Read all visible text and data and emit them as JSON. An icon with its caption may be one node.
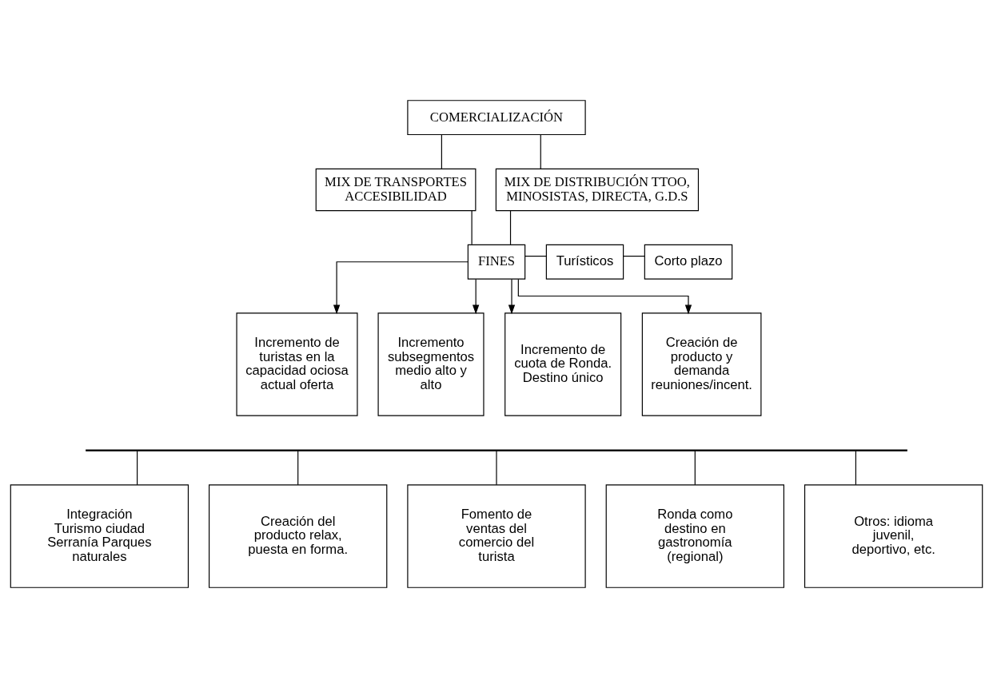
{
  "diagram": {
    "nodes": [
      {
        "text": [
          "COMERCIALIZACIÓN"
        ]
      },
      {
        "text": [
          "MIX DE TRANSPORTES ACCESIBILIDAD"
        ]
      },
      {
        "text": [
          "MIX DE DISTRIBUCIÓN TTOO, MINOSISTAS, DIRECTA, G.D.S"
        ]
      },
      {
        "text": [
          "FINES"
        ]
      },
      {
        "text": [
          "Turísticos"
        ]
      },
      {
        "text": [
          "Corto plazo"
        ]
      },
      {
        "text": [
          "Incremento de turistas en la capacidad ociosa actual oferta"
        ]
      },
      {
        "text": [
          "Incremento subsegmentos medio alto y alto"
        ]
      },
      {
        "text": [
          "Incremento de cuota de Ronda. Destino único"
        ]
      },
      {
        "text": [
          "Creación de producto y demanda reuniones/incent."
        ]
      },
      {
        "text": [],
        "shape": "bar"
      },
      {
        "text": [
          "Integración Turismo ciudad Serranía Parques naturales"
        ]
      },
      {
        "text": [
          "Creación del producto relax, puesta en forma."
        ]
      },
      {
        "text": [
          "Fomento de ventas del comercio del turista"
        ]
      },
      {
        "text": [
          "Ronda como destino en gastronomía (regional)"
        ]
      },
      {
        "text": [
          "Otros: idioma juvenil, deportivo, etc."
        ]
      }
    ],
    "edges": [
      {
        "from": 0,
        "to": 1,
        "arrow": "none"
      },
      {
        "from": 0,
        "to": 2,
        "arrow": "none"
      },
      {
        "from": 1,
        "to": 3,
        "arrow": "none"
      },
      {
        "from": 2,
        "to": 3,
        "arrow": "none"
      },
      {
        "from": 3,
        "to": 4,
        "arrow": "none"
      },
      {
        "from": 4,
        "to": 5,
        "arrow": "none"
      },
      {
        "from": 3,
        "to": 6,
        "arrow": "to"
      },
      {
        "from": 3,
        "to": 7,
        "arrow": "to"
      },
      {
        "from": 3,
        "to": 8,
        "arrow": "to"
      },
      {
        "from": 3,
        "to": 9,
        "arrow": "to"
      },
      {
        "from": 10,
        "to": 11,
        "arrow": "none"
      },
      {
        "from": 10,
        "to": 12,
        "arrow": "none"
      },
      {
        "from": 10,
        "to": 13,
        "arrow": "none"
      },
      {
        "from": 10,
        "to": 14,
        "arrow": "none"
      },
      {
        "from": 10,
        "to": 15,
        "arrow": "none"
      }
    ]
  }
}
